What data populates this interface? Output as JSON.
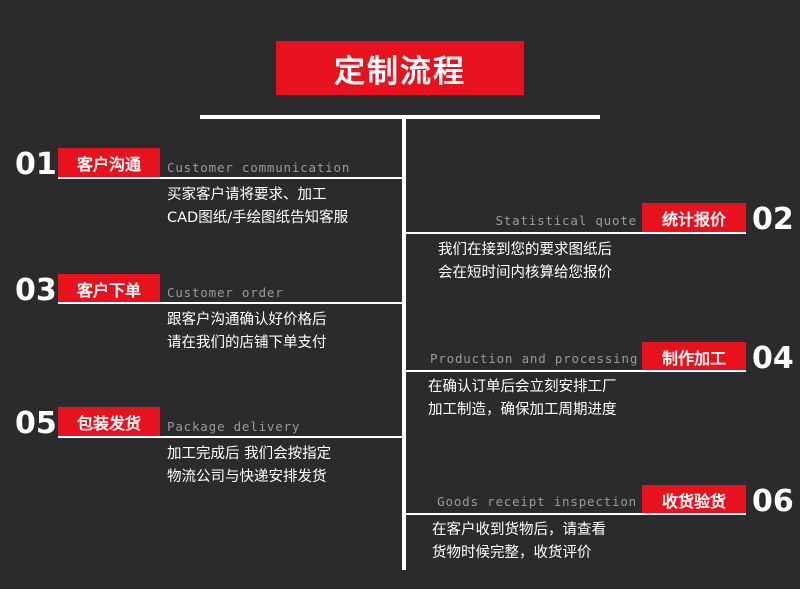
{
  "title": "定制流程",
  "steps": [
    {
      "num": "01",
      "label": "客户沟通",
      "en": "Customer communication",
      "desc": [
        "买家客户请将要求、加工",
        "CAD图纸/手绘图纸告知客服"
      ]
    },
    {
      "num": "02",
      "label": "统计报价",
      "en": "Statistical quote",
      "desc": [
        "我们在接到您的要求图纸后",
        "会在短时间内核算给您报价"
      ]
    },
    {
      "num": "03",
      "label": "客户下单",
      "en": "Customer order",
      "desc": [
        "跟客户沟通确认好价格后",
        "请在我们的店铺下单支付"
      ]
    },
    {
      "num": "04",
      "label": "制作加工",
      "en": "Production and processing",
      "desc": [
        "在确认订单后会立刻安排工厂",
        "加工制造，确保加工周期进度"
      ]
    },
    {
      "num": "05",
      "label": "包装发货",
      "en": "Package delivery",
      "desc": [
        "加工完成后 我们会按指定",
        "物流公司与快递安排发货"
      ]
    },
    {
      "num": "06",
      "label": "收货验货",
      "en": "Goods receipt inspection",
      "desc": [
        "在客户收到货物后，请查看",
        "货物时候完整，收货评价"
      ]
    }
  ],
  "colors": {
    "background": "#2b2b2d",
    "accent_red": "#e8121e",
    "line": "#ffffff",
    "english_text": "#9a9a9a"
  }
}
